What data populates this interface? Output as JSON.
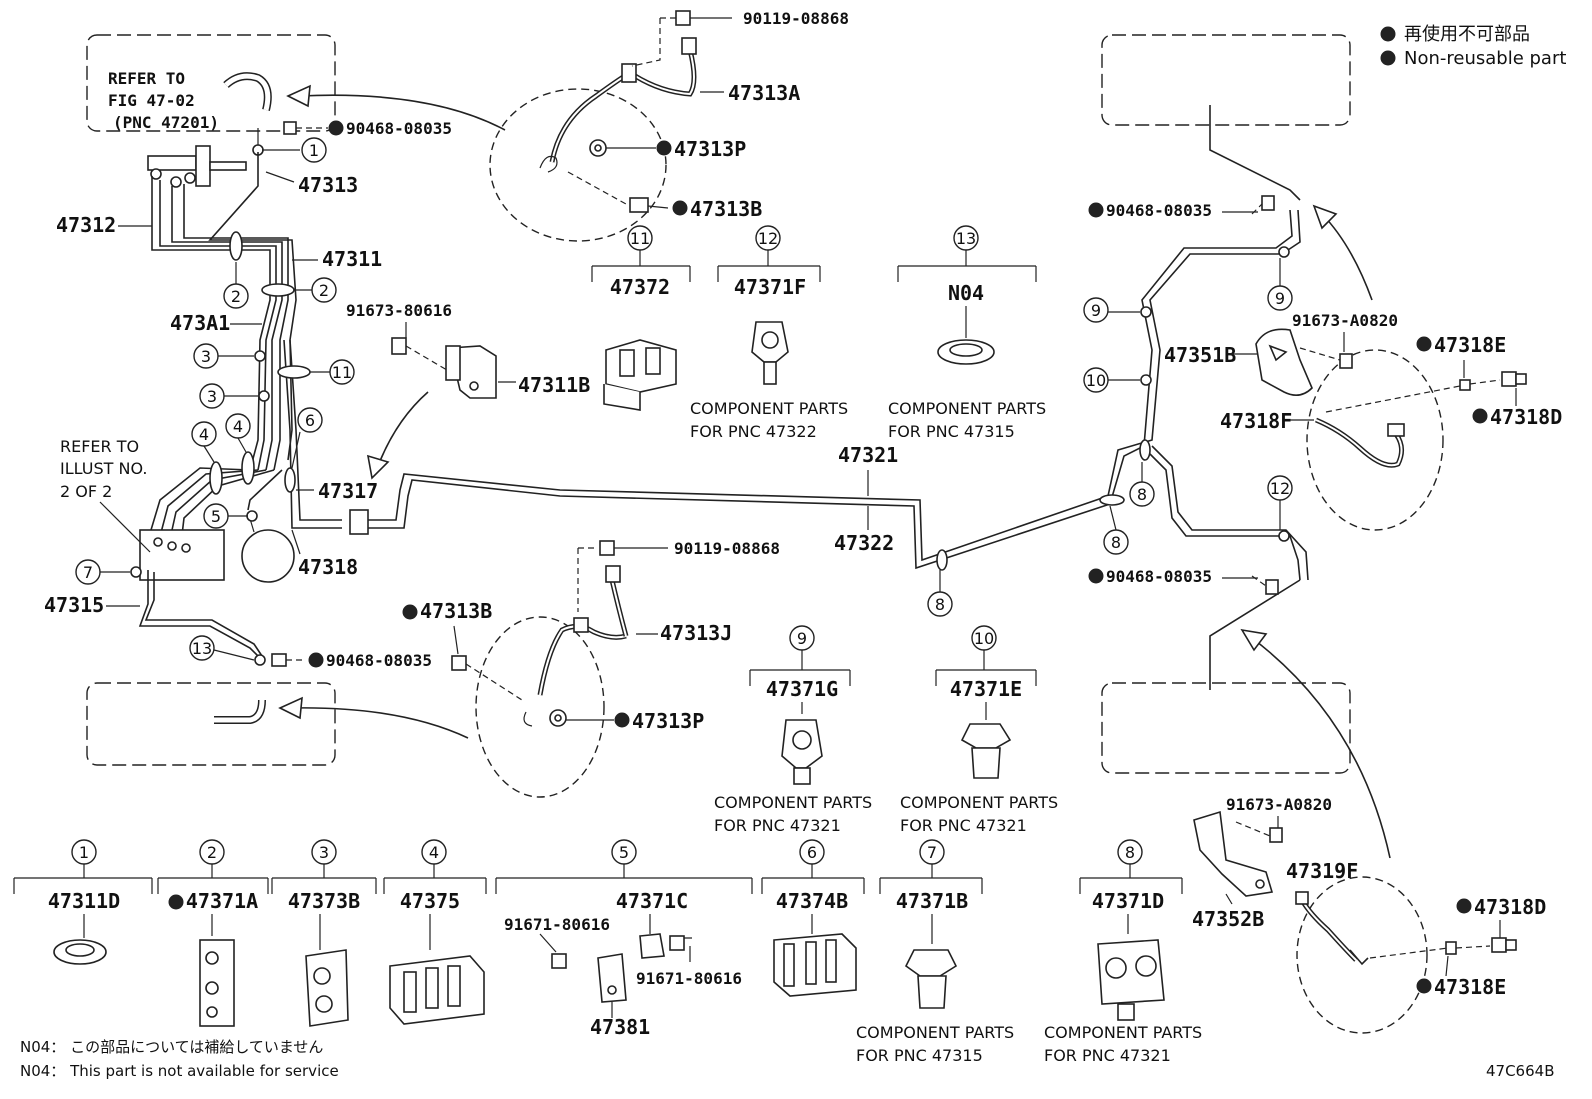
{
  "legend": {
    "jp": "再使用不可部品",
    "en": "Non-reusable part"
  },
  "diagram_code": "47C664B",
  "refer_fig": [
    "REFER TO",
    "FIG 47-02",
    "(PNC 47201)"
  ],
  "refer_illust": [
    "REFER TO",
    "ILLUST NO.",
    "2 OF 2"
  ],
  "notes": {
    "jp": "N04： この部品については補給していません",
    "en": "N04： This part is not available for service"
  },
  "labels": {
    "p90119_top": "90119-08868",
    "p47313A": "47313A",
    "p47313P_top": "47313P",
    "p47313B_top": "47313B",
    "p90468_left_top": "90468-08035",
    "p47313": "47313",
    "p47312": "47312",
    "p47311": "47311",
    "p473A1": "473A1",
    "p91673_80616": "91673-80616",
    "p47311B": "47311B",
    "p47317": "47317",
    "p47318": "47318",
    "p47315": "47315",
    "p47321": "47321",
    "p47322": "47322",
    "p90119_bot": "90119-08868",
    "p47313J": "47313J",
    "p47313B_bot": "47313B",
    "p90468_left_bot": "90468-08035",
    "p47313P_bot": "47313P",
    "p90468_right_top": "90468-08035",
    "p91673_A0820_top": "91673-A0820",
    "p47318E_top": "47318E",
    "p47351B": "47351B",
    "p47318F": "47318F",
    "p47318D_top": "47318D",
    "p90468_right_bot": "90468-08035",
    "p91673_A0820_bot": "91673-A0820",
    "p47319F": "47319F",
    "p47352B": "47352B",
    "p47318D_bot": "47318D",
    "p47318E_bot": "47318E"
  },
  "callouts": {
    "c1": "1",
    "c2a": "2",
    "c2b": "2",
    "c3a": "3",
    "c3b": "3",
    "c4a": "4",
    "c4b": "4",
    "c5": "5",
    "c6": "6",
    "c7": "7",
    "c8a": "8",
    "c8b": "8",
    "c8c": "8",
    "c9a": "9",
    "c9b": "9",
    "c10": "10",
    "c11": "11",
    "c12": "12",
    "c13": "13"
  },
  "kits_top": [
    {
      "num": "11",
      "part": "47372",
      "caption": []
    },
    {
      "num": "12",
      "part": "47371F",
      "caption": [
        "COMPONENT PARTS",
        "FOR PNC 47322"
      ]
    },
    {
      "num": "13",
      "part": "N04",
      "caption": [
        "COMPONENT PARTS",
        "FOR PNC 47315"
      ]
    }
  ],
  "kits_mid": [
    {
      "num": "9",
      "part": "47371G",
      "caption": [
        "COMPONENT PARTS",
        "FOR PNC 47321"
      ]
    },
    {
      "num": "10",
      "part": "47371E",
      "caption": [
        "COMPONENT PARTS",
        "FOR PNC 47321"
      ]
    }
  ],
  "kits_bottom": [
    {
      "num": "1",
      "part": "47311D",
      "nonreusable": false,
      "caption": []
    },
    {
      "num": "2",
      "part": "47371A",
      "nonreusable": true,
      "caption": []
    },
    {
      "num": "3",
      "part": "47373B",
      "nonreusable": false,
      "caption": []
    },
    {
      "num": "4",
      "part": "47375",
      "nonreusable": false,
      "caption": []
    },
    {
      "num": "5",
      "part": "47371C",
      "nonreusable": false,
      "caption": [],
      "subparts": [
        "91671-80616",
        "91671-80616",
        "47381"
      ]
    },
    {
      "num": "6",
      "part": "47374B",
      "nonreusable": false,
      "caption": []
    },
    {
      "num": "7",
      "part": "47371B",
      "nonreusable": false,
      "caption": [
        "COMPONENT PARTS",
        "FOR PNC 47315"
      ]
    },
    {
      "num": "8",
      "part": "47371D",
      "nonreusable": false,
      "caption": [
        "COMPONENT PARTS",
        "FOR PNC 47321"
      ]
    }
  ],
  "colors": {
    "line": "#222222",
    "background": "#ffffff"
  }
}
